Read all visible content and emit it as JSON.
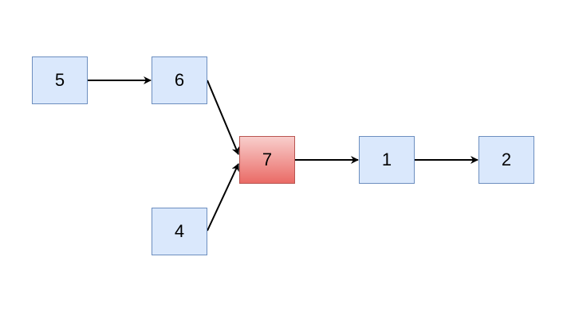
{
  "nodes": [
    {
      "id": "n5",
      "label": "5",
      "highlighted": false
    },
    {
      "id": "n6",
      "label": "6",
      "highlighted": false
    },
    {
      "id": "n7",
      "label": "7",
      "highlighted": true
    },
    {
      "id": "n1",
      "label": "1",
      "highlighted": false
    },
    {
      "id": "n2",
      "label": "2",
      "highlighted": false
    },
    {
      "id": "n4",
      "label": "4",
      "highlighted": false
    }
  ],
  "edges": [
    {
      "from": "5",
      "to": "6"
    },
    {
      "from": "6",
      "to": "7"
    },
    {
      "from": "4",
      "to": "7"
    },
    {
      "from": "7",
      "to": "1"
    },
    {
      "from": "1",
      "to": "2"
    }
  ],
  "colors": {
    "node_fill": "#dae8fc",
    "node_border": "#6c8ebf",
    "highlight_fill_top": "#f8cecc",
    "highlight_fill_bottom": "#ea6b66",
    "highlight_border": "#b85450",
    "edge": "#000000"
  }
}
